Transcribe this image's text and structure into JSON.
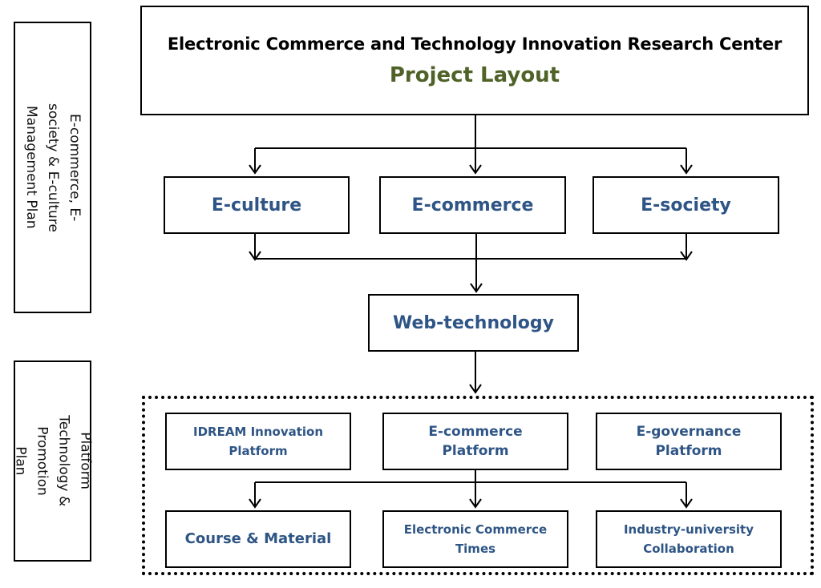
{
  "side_labels": {
    "top": "E-commerce, E-society & E-culture\nManagement Plan",
    "bottom": "Platform Technology &\nPromotion Plan"
  },
  "header": {
    "title": "Electronic Commerce and Technology Innovation Research Center",
    "subtitle": "Project Layout"
  },
  "tier1": [
    "E-culture",
    "E-commerce",
    "E-society"
  ],
  "web": "Web-technology",
  "platforms": [
    "IDREAM Innovation\nPlatform",
    "E-commerce\nPlatform",
    "E-governance\nPlatform"
  ],
  "outputs": [
    "Course & Material",
    "Electronic Commerce\nTimes",
    "Industry-university\nCollaboration"
  ],
  "colors": {
    "node_text": "#2e5585",
    "subtitle": "#4f6228"
  }
}
